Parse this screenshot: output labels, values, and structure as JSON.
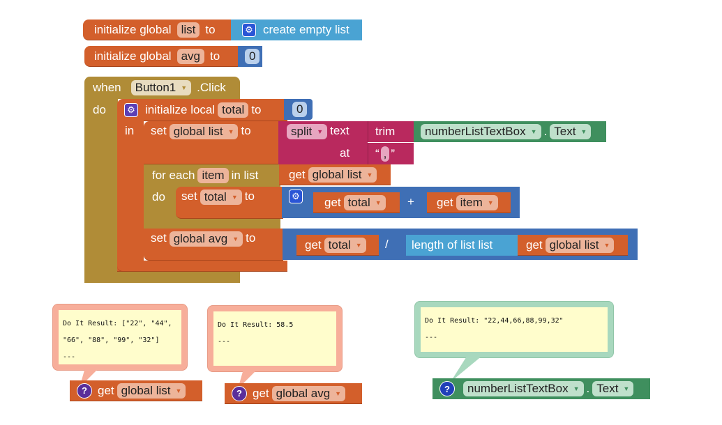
{
  "globals": [
    {
      "prefix": "initialize global",
      "name": "list",
      "suffix": "to",
      "value_block": {
        "label": "create empty list",
        "icon": "gear-icon"
      }
    },
    {
      "prefix": "initialize global",
      "name": "avg",
      "suffix": "to",
      "value_block": {
        "label": "0"
      }
    }
  ],
  "event": {
    "when": "when",
    "component": "Button1",
    "event_name": ".Click",
    "do": "do",
    "local_init": {
      "prefix": "initialize local",
      "name": "total",
      "suffix": "to",
      "value": "0",
      "in": "in"
    },
    "set_list": {
      "set": "set",
      "var": "global list",
      "to": "to",
      "split": "split",
      "text": "text",
      "trim": "trim",
      "component": "numberListTextBox",
      "dot": ".",
      "property": "Text",
      "at": "at",
      "separator": ",",
      "open_quote": "“",
      "close_quote": "”"
    },
    "for_each": {
      "label": "for each",
      "item": "item",
      "in_list": "in list",
      "get": "get",
      "list_var": "global list",
      "do": "do",
      "set": "set",
      "set_var": "total",
      "to": "to",
      "get_a": "get",
      "var_a": "total",
      "op": "+",
      "get_b": "get",
      "var_b": "item"
    },
    "set_avg": {
      "set": "set",
      "var": "global avg",
      "to": "to",
      "get_a": "get",
      "var_a": "total",
      "op": "/",
      "length": "length of list  list",
      "get_b": "get",
      "var_b": "global list"
    }
  },
  "results": [
    {
      "lines": [
        "Do It Result: [\"22\", \"44\",",
        "\"66\", \"88\", \"99\", \"32\"]",
        "---"
      ],
      "block": {
        "get": "get",
        "var": "global list"
      }
    },
    {
      "lines": [
        "Do It Result: 58.5",
        "---"
      ],
      "block": {
        "get": "get",
        "var": "global avg"
      }
    },
    {
      "lines": [
        "Do It Result: \"22,44,66,88,99,32\"",
        "---"
      ],
      "block": {
        "component": "numberListTextBox",
        "dot": ".",
        "property": "Text"
      }
    }
  ],
  "colors": {
    "procedure_orange": "#d35f2b",
    "control_olive": "#b08c37",
    "math_blue": "#3f6fb5",
    "list_lightblue": "#4aa3d3",
    "component_green": "#3f8f5e",
    "text_magenta": "#b9295e",
    "result_yellow": "#fffdcc"
  }
}
